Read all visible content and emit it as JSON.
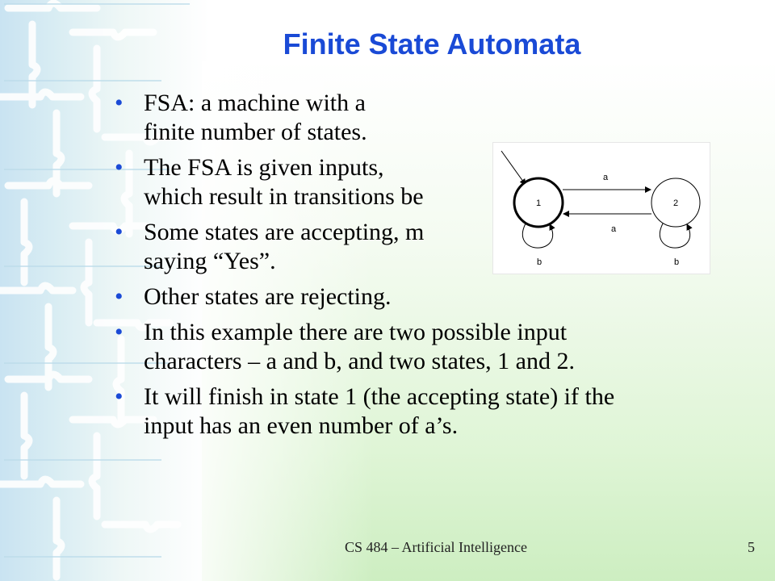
{
  "slide": {
    "title": "Finite State Automata",
    "bullets": [
      {
        "line1": "FSA: a machine with a",
        "line2": "finite number of states."
      },
      {
        "line1": "The FSA is given inputs,",
        "line2": "which result in transitions be"
      },
      {
        "line1": "Some states are accepting, m",
        "line2": "saying “Yes”."
      },
      {
        "line1": "Other states are rejecting.",
        "line2": ""
      },
      {
        "line1": "In this example there are two possible input",
        "line2": "characters – a and b, and two states, 1 and 2."
      },
      {
        "line1": "It will finish in state 1 (the accepting state) if the",
        "line2": "input has an even number of a’s."
      }
    ],
    "footer": "CS 484 – Artificial Intelligence",
    "page_number": "5"
  },
  "diagram": {
    "state1_label": "1",
    "state2_label": "2",
    "edge_top_label": "a",
    "edge_bottom_label": "a",
    "loop1_label": "b",
    "loop2_label": "b"
  },
  "colors": {
    "title": "#1a4ad6",
    "bullet": "#1a4ad6",
    "text": "#000000"
  }
}
